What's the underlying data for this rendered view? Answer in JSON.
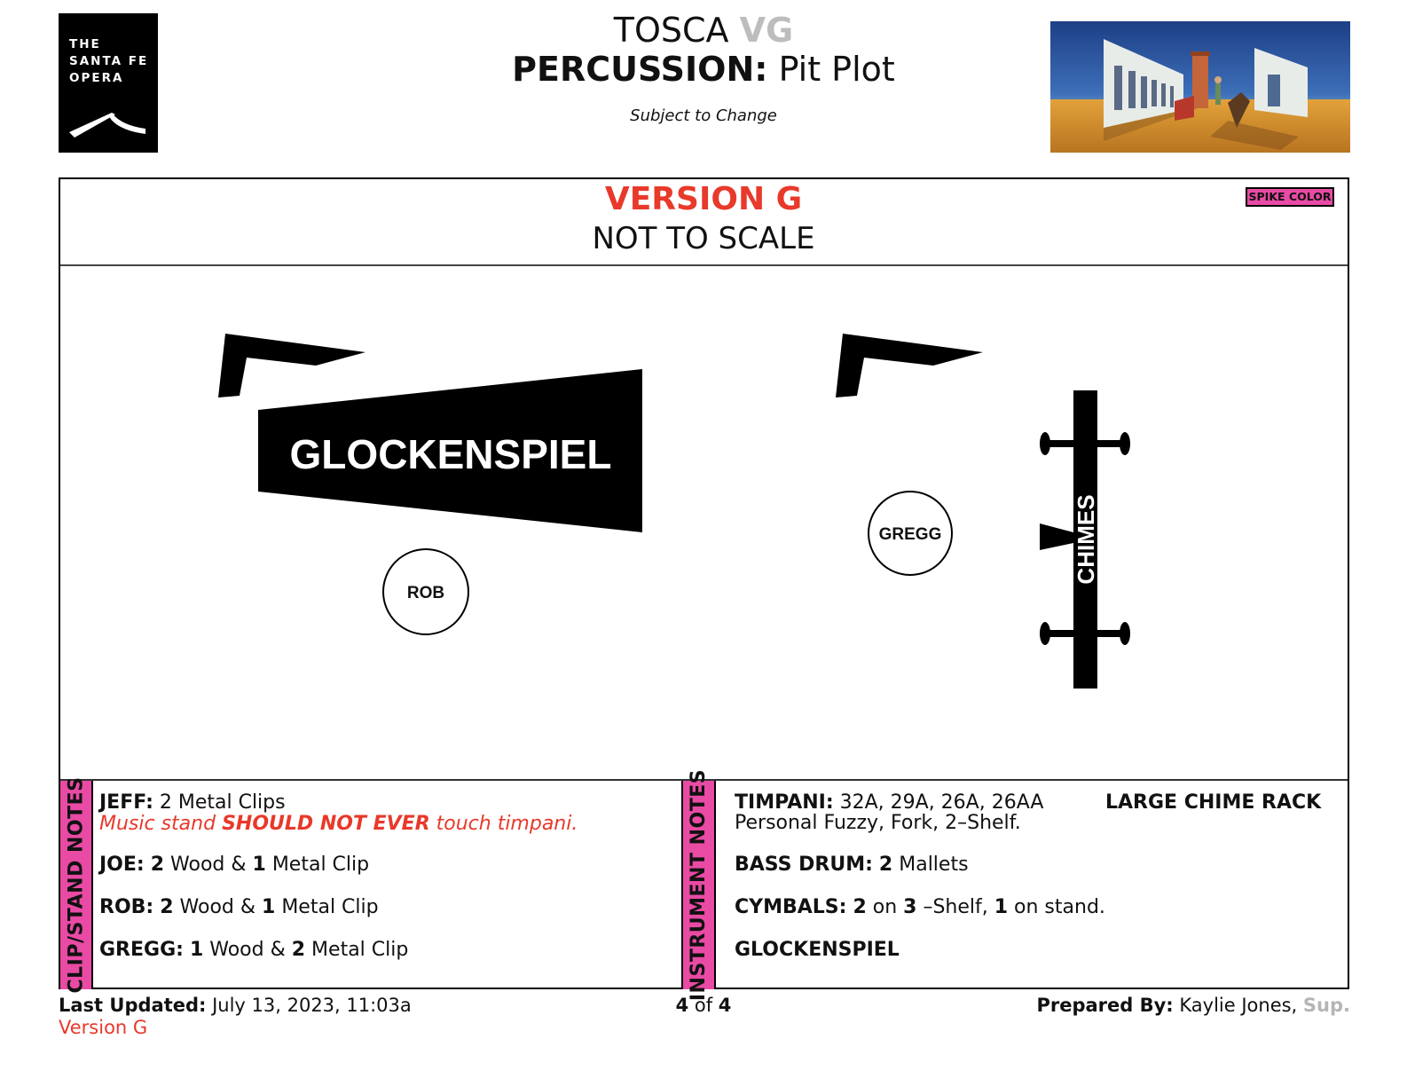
{
  "header": {
    "logo": {
      "line1": "THE",
      "line2": "SANTA FE",
      "line3": "OPERA"
    },
    "title_main": "TOSCA",
    "title_tag": "VG",
    "section": "PERCUSSION:",
    "plot_name": "Pit Plot",
    "subtitle": "Subject to Change"
  },
  "banner": {
    "version": "VERSION G",
    "scale_note": "NOT TO SCALE",
    "spike_label": "SPIKE COLOR",
    "spike_color": "#e84aa4"
  },
  "plot": {
    "glockenspiel_label": "GLOCKENSPIEL",
    "chimes_label": "CHIMES",
    "players": [
      "ROB",
      "GREGG"
    ]
  },
  "clip_notes": {
    "tab_label": "CLIP/STAND NOTES",
    "jeff": {
      "name": "JEFF:",
      "text": " 2 Metal Clips"
    },
    "warning": {
      "a": "Music stand ",
      "b": "SHOULD NOT EVER",
      "c": " touch timpani."
    },
    "joe": {
      "name": "JOE:",
      "n1": "2",
      "t1": " Wood & ",
      "n2": "1",
      "t2": " Metal Clip"
    },
    "rob": {
      "name": "ROB:",
      "n1": "2",
      "t1": " Wood & ",
      "n2": "1",
      "t2": " Metal Clip"
    },
    "gregg": {
      "name": "GREGG:",
      "n1": "1",
      "t1": " Wood & ",
      "n2": "2",
      "t2": " Metal Clip"
    }
  },
  "instrument_notes": {
    "tab_label": "INSTRUMENT NOTES",
    "timpani": {
      "name": "TIMPANI:",
      "text": " 32A, 29A, 26A, 26AA",
      "line2": "Personal Fuzzy, Fork, 2–Shelf."
    },
    "chime_rack": "LARGE CHIME RACK",
    "bass_drum": {
      "name": "BASS DRUM:",
      "n1": "2",
      "t1": " Mallets"
    },
    "cymbals": {
      "name": "CYMBALS:",
      "n1": "2",
      "t1": " on ",
      "n2": "3",
      "t2": " –Shelf, ",
      "n3": "1",
      "t3": " on stand."
    },
    "glockenspiel": "GLOCKENSPIEL"
  },
  "footer": {
    "updated_label": "Last Updated:",
    "updated_value": " July 13, 2023, 11:03a",
    "version": "Version G",
    "page_current": "4",
    "page_of": " of ",
    "page_total": "4",
    "prepared_label": "Prepared By:",
    "prepared_name": " Kaylie Jones, ",
    "prepared_role": "Sup."
  }
}
